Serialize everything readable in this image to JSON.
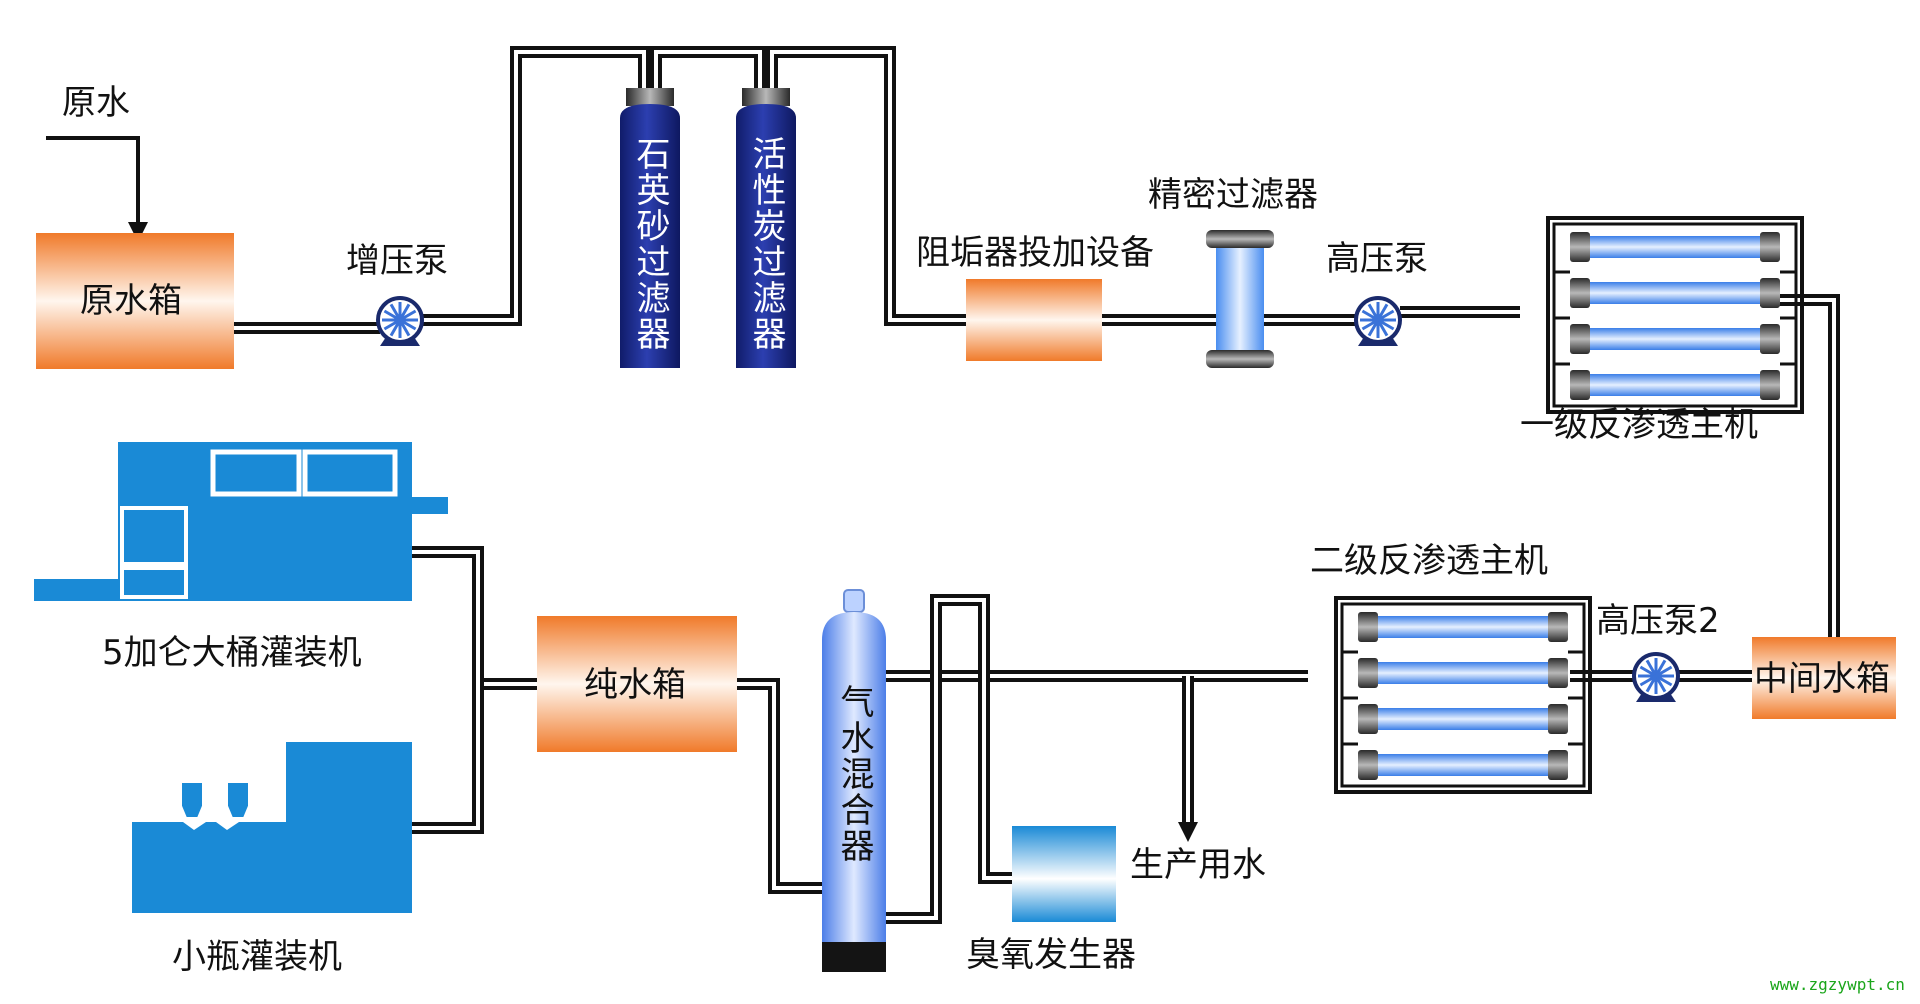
{
  "labels": {
    "raw_water": "原水",
    "raw_water_tank": "原水箱",
    "booster_pump": "增压泵",
    "quartz_sand_filter": "石英砂过滤器",
    "activated_carbon_filter": "活性炭过滤器",
    "antiscalant_dosing": "阻垢器投加设备",
    "precision_filter": "精密过滤器",
    "high_pressure_pump": "高压泵",
    "primary_ro": "一级反渗透主机",
    "secondary_ro": "二级反渗透主机",
    "high_pressure_pump_2": "高压泵2",
    "intermediate_tank": "中间水箱",
    "pure_water_tank": "纯水箱",
    "gas_water_mixer": "气水混合器",
    "production_water": "生产用水",
    "ozone_generator": "臭氧发生器",
    "barrel_filler": "5加仑大桶灌装机",
    "bottle_filler": "小瓶灌装机"
  },
  "watermark": "www.zgzywpt.cn",
  "colors": {
    "tank_orange": "#f07a2a",
    "vessel_navy": "#1a2a8c",
    "machine_blue": "#1a8ad6",
    "membrane_blue": "#4a8ef0",
    "pipe": "#111111",
    "watermark": "#1aa51a"
  }
}
